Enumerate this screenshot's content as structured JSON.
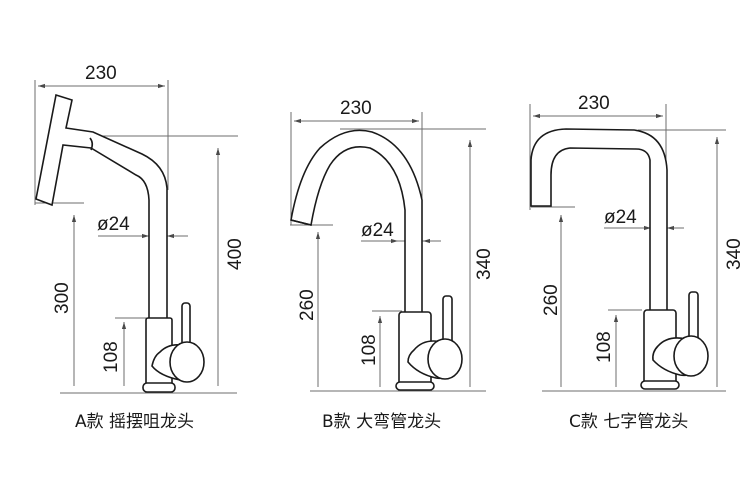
{
  "figure": {
    "colors": {
      "outline": "#1a1a1a",
      "dimension": "#6e6e6e",
      "background": "#ffffff"
    },
    "faucets": [
      {
        "id": "A",
        "caption": "A款 摇摆咀龙头",
        "dims": {
          "reach": "230",
          "pipe_diameter": "ø24",
          "spout_height": "300",
          "total_height": "400",
          "base_height": "108"
        }
      },
      {
        "id": "B",
        "caption": "B款 大弯管龙头",
        "dims": {
          "reach": "230",
          "pipe_diameter": "ø24",
          "spout_height": "260",
          "total_height": "340",
          "base_height": "108"
        }
      },
      {
        "id": "C",
        "caption": "C款 七字管龙头",
        "dims": {
          "reach": "230",
          "pipe_diameter": "ø24",
          "spout_height": "260",
          "total_height": "340",
          "base_height": "108"
        }
      }
    ]
  }
}
